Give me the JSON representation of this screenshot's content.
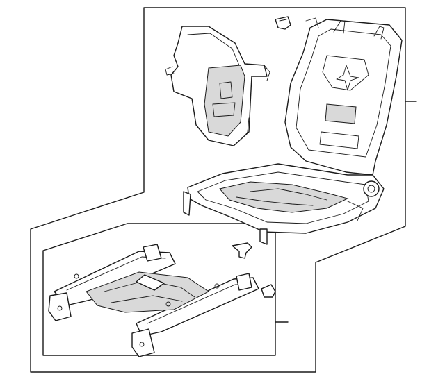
{
  "diagram": {
    "parts": [
      {
        "name": "seatback-panel",
        "note": ""
      },
      {
        "name": "seat-frame",
        "note": ""
      },
      {
        "name": "seat-track-assembly",
        "note": ""
      },
      {
        "name": "clip",
        "note": ""
      },
      {
        "name": "cap",
        "note": ""
      },
      {
        "name": "bracket",
        "note": ""
      }
    ]
  }
}
